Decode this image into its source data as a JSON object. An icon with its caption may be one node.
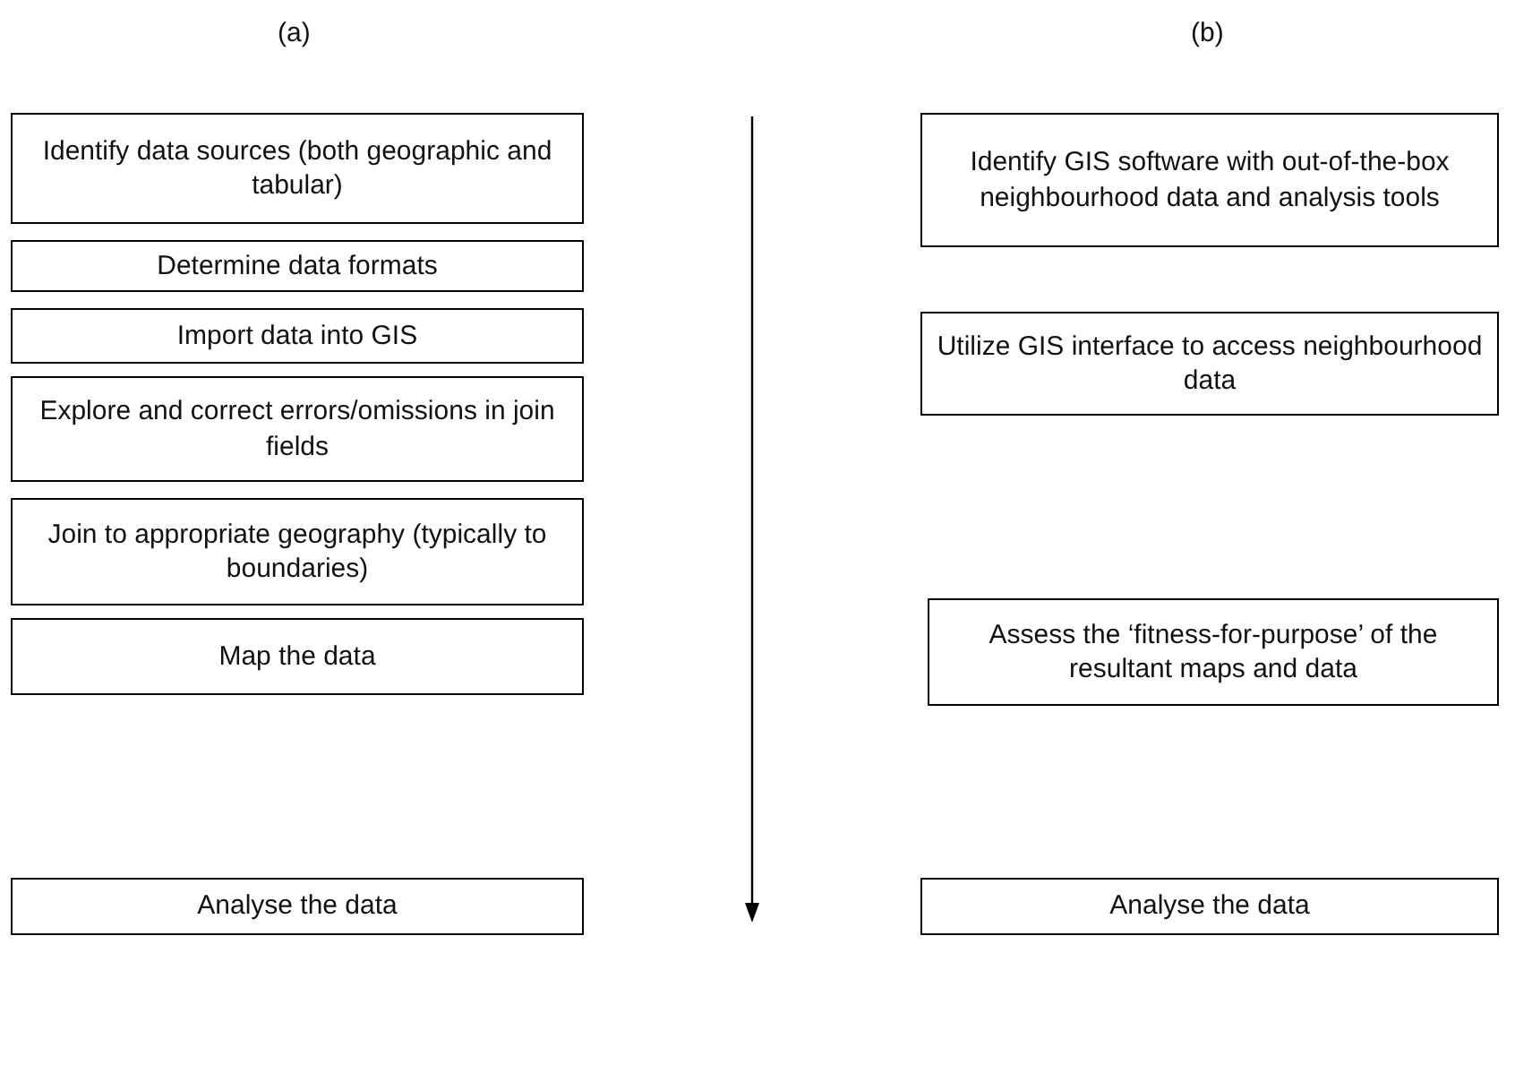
{
  "diagram": {
    "nodes": [
      {
        "text": [
          "Identify data sources (both geographic and tabular)"
        ]
      },
      {
        "text": [
          "Determine data formats"
        ]
      },
      {
        "text": [
          "Import data into GIS"
        ]
      },
      {
        "text": [
          "Explore and correct errors/omissions in join fields"
        ]
      },
      {
        "text": [
          "Join to appropriate geography (typically to boundaries)"
        ]
      },
      {
        "text": [
          "Map the data"
        ]
      },
      {
        "text": [
          "Analyse the data"
        ]
      },
      {
        "text": [
          "Identify GIS software with out-of-the-box neighbourhood data and analysis tools"
        ]
      },
      {
        "text": [
          "Utilize GIS interface to access neighbourhood data"
        ]
      },
      {
        "text": [
          "Assess the ‘fitness-for-purpose’ of the resultant maps and data"
        ]
      },
      {
        "text": [
          "Analyse the data"
        ]
      }
    ],
    "labels": [
      "(a)",
      "(b)"
    ]
  }
}
